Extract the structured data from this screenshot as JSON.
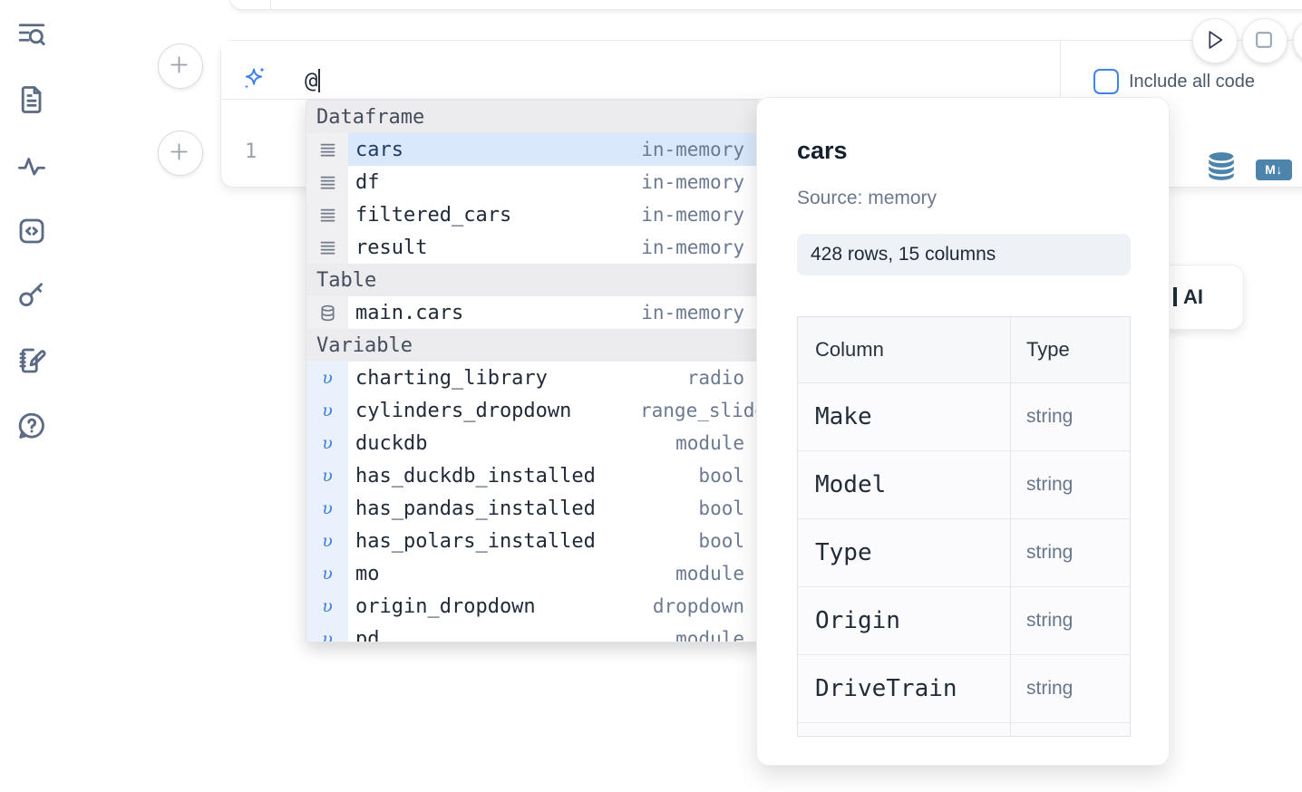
{
  "sidebar": {
    "items": [
      {
        "icon": "list-search-icon"
      },
      {
        "icon": "file-document-icon"
      },
      {
        "icon": "activity-icon"
      },
      {
        "icon": "code-snippet-icon"
      },
      {
        "icon": "key-icon"
      },
      {
        "icon": "scratchpad-icon"
      },
      {
        "icon": "help-chat-icon"
      }
    ]
  },
  "cell": {
    "ai_prompt_value": "@",
    "include_all_code_label": "Include all code",
    "line_number": "1",
    "markdown_badge": "M↓"
  },
  "autocomplete": {
    "sections": [
      {
        "label": "Dataframe",
        "items": [
          {
            "name": "cars",
            "type": "in-memory",
            "icon": "dataframe-icon",
            "selected": true
          },
          {
            "name": "df",
            "type": "in-memory",
            "icon": "dataframe-icon"
          },
          {
            "name": "filtered_cars",
            "type": "in-memory",
            "icon": "dataframe-icon"
          },
          {
            "name": "result",
            "type": "in-memory",
            "icon": "dataframe-icon"
          }
        ]
      },
      {
        "label": "Table",
        "items": [
          {
            "name": "main.cars",
            "type": "in-memory",
            "icon": "database-icon"
          }
        ]
      },
      {
        "label": "Variable",
        "items": [
          {
            "name": "charting_library",
            "type": "radio",
            "icon": "variable-icon"
          },
          {
            "name": "cylinders_dropdown",
            "type": "range_slider",
            "icon": "variable-icon",
            "type_clipped": true
          },
          {
            "name": "duckdb",
            "type": "module",
            "icon": "variable-icon"
          },
          {
            "name": "has_duckdb_installed",
            "type": "bool",
            "icon": "variable-icon"
          },
          {
            "name": "has_pandas_installed",
            "type": "bool",
            "icon": "variable-icon"
          },
          {
            "name": "has_polars_installed",
            "type": "bool",
            "icon": "variable-icon"
          },
          {
            "name": "mo",
            "type": "module",
            "icon": "variable-icon"
          },
          {
            "name": "origin_dropdown",
            "type": "dropdown",
            "icon": "variable-icon"
          },
          {
            "name": "pd",
            "type": "module",
            "icon": "variable-icon"
          }
        ]
      }
    ]
  },
  "preview": {
    "title": "cars",
    "source": "Source: memory",
    "shape": "428 rows, 15 columns",
    "schema_table": {
      "headers": [
        "Column",
        "Type"
      ],
      "rows": [
        [
          "Make",
          "string"
        ],
        [
          "Model",
          "string"
        ],
        [
          "Type",
          "string"
        ],
        [
          "Origin",
          "string"
        ],
        [
          "DriveTrain",
          "string"
        ]
      ]
    }
  },
  "ai_button": {
    "visible_label": "AI"
  },
  "colors": {
    "accent_blue": "#3d7ff0",
    "steel_blue": "#4d84ab",
    "selection_blue": "#d9e8fb",
    "slate_icon": "#5b6b85"
  }
}
